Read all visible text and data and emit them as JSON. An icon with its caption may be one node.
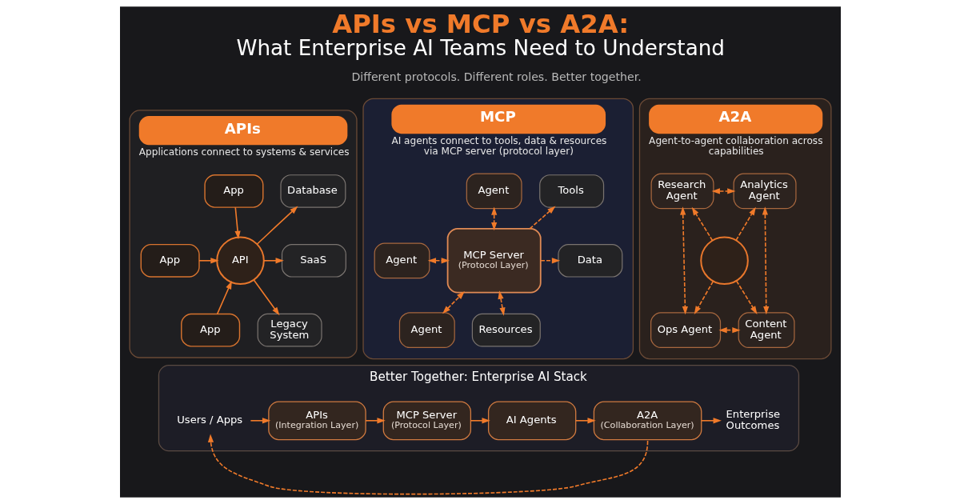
{
  "diagram": {
    "title": "APIs vs MCP vs A2A: What Enterprise AI Teams Need to Understand",
    "nodes": [
      {
        "text": [
          "APIs",
          "Applications connect to systems & services"
        ]
      },
      {
        "text": [
          "App"
        ],
        "in": 0
      },
      {
        "text": [
          "App"
        ],
        "in": 0
      },
      {
        "text": [
          "App"
        ],
        "in": 0
      },
      {
        "text": [
          "API"
        ],
        "in": 0
      },
      {
        "text": [
          "Database"
        ],
        "in": 0
      },
      {
        "text": [
          "SaaS"
        ],
        "in": 0
      },
      {
        "text": [
          "Legacy System"
        ],
        "in": 0
      },
      {
        "text": [
          "MCP",
          "AI agents connect to tools, data & resources via MCP server (protocol layer)"
        ]
      },
      {
        "text": [
          "Agent"
        ],
        "in": 8
      },
      {
        "text": [
          "Agent"
        ],
        "in": 8
      },
      {
        "text": [
          "Agent"
        ],
        "in": 8
      },
      {
        "text": [
          "MCP Server",
          "(Protocol Layer)"
        ],
        "in": 8
      },
      {
        "text": [
          "Tools"
        ],
        "in": 8
      },
      {
        "text": [
          "Data"
        ],
        "in": 8
      },
      {
        "text": [
          "Resources"
        ],
        "in": 8
      },
      {
        "text": [
          "A2A",
          "Agent-to-agent collaboration across capabilities"
        ]
      },
      {
        "text": [
          "Research Agent"
        ],
        "in": 16
      },
      {
        "text": [
          "Analytics Agent"
        ],
        "in": 16
      },
      {
        "text": [],
        "shape": "circle",
        "in": 16
      },
      {
        "text": [
          "Ops Agent"
        ],
        "in": 16
      },
      {
        "text": [
          "Content Agent"
        ],
        "in": 16
      },
      {
        "text": [
          "Better Together: Enterprise AI Stack"
        ]
      },
      {
        "text": [
          "Users / Apps"
        ],
        "in": 22
      },
      {
        "text": [
          "APIs",
          "(Integration Layer)"
        ],
        "in": 22
      },
      {
        "text": [
          "MCP Server",
          "(Protocol Layer)"
        ],
        "in": 22
      },
      {
        "text": [
          "AI Agents"
        ],
        "in": 22
      },
      {
        "text": [
          "A2A",
          "(Collaboration Layer)"
        ],
        "in": 22
      },
      {
        "text": [
          "Enterprise Outcomes"
        ],
        "in": 22
      }
    ],
    "edges": [
      {
        "from": 1,
        "to": 4,
        "arrow": "to"
      },
      {
        "from": 2,
        "to": 4,
        "arrow": "to"
      },
      {
        "from": 3,
        "to": 4,
        "arrow": "to"
      },
      {
        "from": 4,
        "to": 5,
        "arrow": "to"
      },
      {
        "from": 4,
        "to": 6,
        "arrow": "to"
      },
      {
        "from": 4,
        "to": 7,
        "arrow": "to"
      },
      {
        "from": 9,
        "to": 12,
        "arrow": "both",
        "style": "dashed"
      },
      {
        "from": 10,
        "to": 12,
        "arrow": "both",
        "style": "dashed"
      },
      {
        "from": 11,
        "to": 12,
        "arrow": "both",
        "style": "dashed"
      },
      {
        "from": 12,
        "to": 13,
        "arrow": "to",
        "style": "dashed"
      },
      {
        "from": 12,
        "to": 14,
        "arrow": "to",
        "style": "dashed"
      },
      {
        "from": 12,
        "to": 15,
        "arrow": "both",
        "style": "dashed"
      },
      {
        "from": 17,
        "to": 18,
        "arrow": "both",
        "style": "dashed"
      },
      {
        "from": 17,
        "to": 20,
        "arrow": "both",
        "style": "dashed"
      },
      {
        "from": 18,
        "to": 21,
        "arrow": "both",
        "style": "dashed"
      },
      {
        "from": 20,
        "to": 21,
        "arrow": "both",
        "style": "dashed"
      },
      {
        "from": 19,
        "to": 17,
        "arrow": "to",
        "style": "dashed"
      },
      {
        "from": 19,
        "to": 18,
        "arrow": "to",
        "style": "dashed"
      },
      {
        "from": 19,
        "to": 20,
        "arrow": "to",
        "style": "dashed"
      },
      {
        "from": 19,
        "to": 21,
        "arrow": "to",
        "style": "dashed"
      },
      {
        "from": 23,
        "to": 24,
        "arrow": "to"
      },
      {
        "from": 24,
        "to": 25,
        "arrow": "to"
      },
      {
        "from": 25,
        "to": 26,
        "arrow": "to"
      },
      {
        "from": 26,
        "to": 27,
        "arrow": "to"
      },
      {
        "from": 27,
        "to": 28,
        "arrow": "to"
      },
      {
        "from": 27,
        "to": 23,
        "arrow": "to",
        "style": "dashed"
      }
    ],
    "labels": [
      "Different protocols. Different roles. Better together."
    ]
  }
}
